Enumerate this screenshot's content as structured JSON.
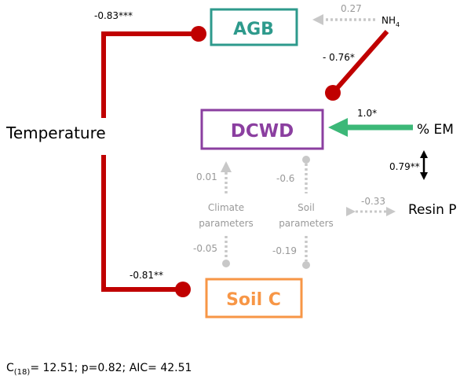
{
  "nodes": {
    "agb": "AGB",
    "dcwd": "DCWD",
    "soil_c": "Soil C",
    "temperature": "Temperature",
    "nh4": "NH",
    "nh4_sub": "4",
    "em": "% EM",
    "resin_p": "Resin P",
    "climate_1": "Climate",
    "climate_2": "parameters",
    "soil_1": "Soil",
    "soil_2": "parameters"
  },
  "paths": {
    "temp_agb": "-0.83***",
    "temp_soilc": "-0.81**",
    "nh4_agb": "0.27",
    "nh4_dcwd": "- 0.76*",
    "em_dcwd": "1.0*",
    "em_resinp": "0.79**",
    "soil_resinp": "-0.33",
    "climate_dcwd": "0.01",
    "climate_soilc": "-0.05",
    "soil_dcwd": "-0.6",
    "soil_soilc": "-0.19"
  },
  "footer": {
    "c": "C",
    "c_sub": "(18)",
    "rest": "= 12.51; p=0.82; AIC= 42.51"
  },
  "colors": {
    "agb": "#2e9a8c",
    "dcwd": "#8b3fa0",
    "soilc": "#f79646",
    "negative": "#c00000",
    "positive": "#3cb878",
    "ns": "#c8c8c8"
  }
}
